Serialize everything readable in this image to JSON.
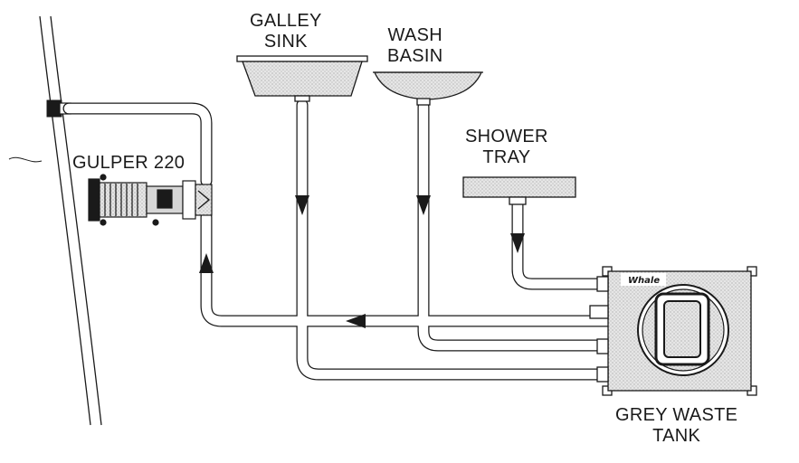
{
  "labels": {
    "galley_sink": [
      "GALLEY",
      "SINK"
    ],
    "wash_basin": [
      "WASH",
      "BASIN"
    ],
    "shower_tray": [
      "SHOWER",
      "TRAY"
    ],
    "pump": "GULPER 220",
    "tank": [
      "GREY WASTE",
      "TANK"
    ],
    "tank_brand": "Whale"
  },
  "colors": {
    "ink": "#1a1a1a",
    "fill": "#e2e2e2",
    "paper": "#ffffff"
  }
}
